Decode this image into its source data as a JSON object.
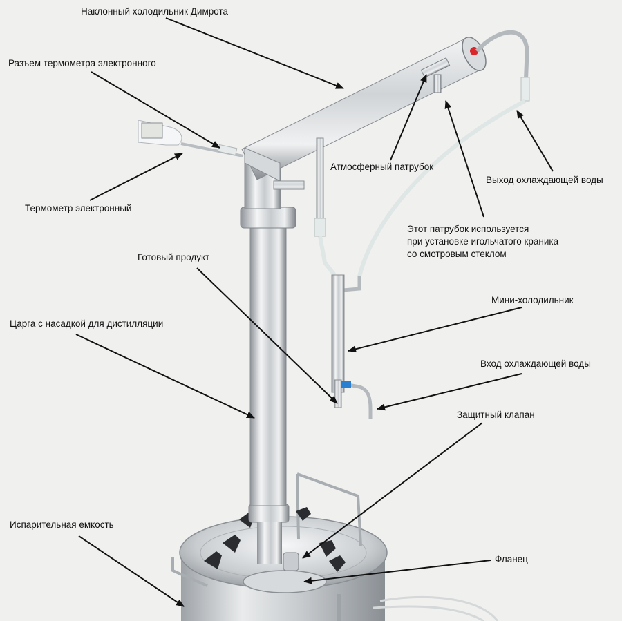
{
  "labels": {
    "condenser": "Наклонный холодильник Димрота",
    "thermo_connector": "Разъем термометра электронного",
    "thermometer": "Термометр электронный",
    "atmo_port": "Атмосферный патрубок",
    "cooling_out": "Выход охлаждающей воды",
    "needle_port": [
      "Этот патрубок используется",
      "при установке игольчатого краника",
      "со смотровым стеклом"
    ],
    "product": "Готовый продукт",
    "column": "Царга с насадкой для дистилляции",
    "mini_cooler": "Мини-холодильник",
    "cooling_in": "Вход охлаждающей воды",
    "safety_valve": "Защитный клапан",
    "tank": "Испарительная емкость",
    "flange": "Фланец"
  },
  "colors": {
    "background": "#f0f0ee",
    "text": "#111111",
    "arrow": "#111111",
    "steel_light": "#e6e8ea",
    "steel_dark": "#8f9499",
    "hose": "#dfe6e6",
    "red_cap": "#d8262a",
    "blue_cap": "#2a7fd0",
    "knob": "#2a2c30"
  }
}
